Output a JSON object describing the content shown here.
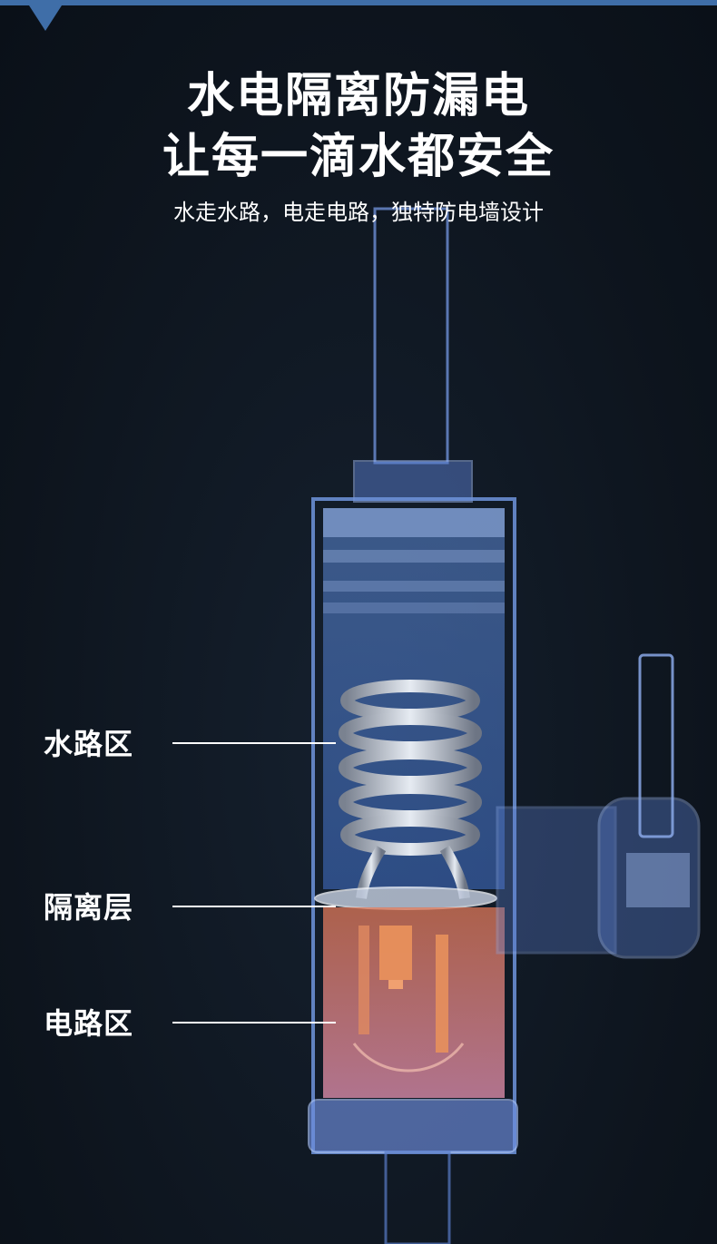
{
  "header": {
    "line1": "水电隔离防漏电",
    "line2": "让每一滴水都安全",
    "subtitle": "水走水路，电走电路，独特防电墙设计"
  },
  "labels": {
    "water_zone": "水路区",
    "isolation_layer": "隔离层",
    "circuit_zone": "电路区"
  },
  "colors": {
    "background": "#0e1520",
    "accent": "#3f6ea8",
    "water": "#4a78c8",
    "circuit": "#d87a5a"
  }
}
